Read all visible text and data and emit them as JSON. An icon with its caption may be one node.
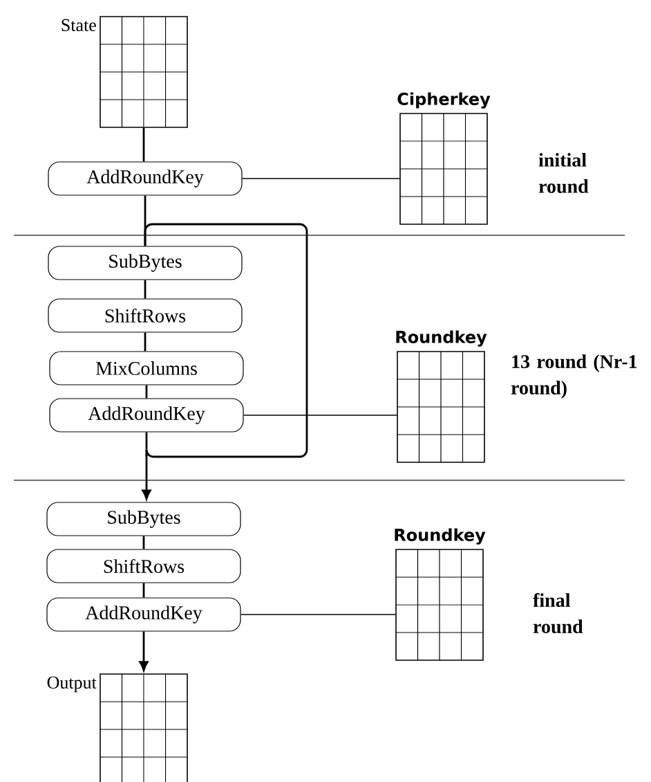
{
  "diagram": {
    "nodes": [
      {
        "text": [
          "State"
        ]
      },
      {
        "text": [
          "AddRoundKey"
        ]
      },
      {
        "text": [
          "Cipherkey"
        ]
      },
      {
        "text": [
          "SubBytes"
        ]
      },
      {
        "text": [
          "ShiftRows"
        ]
      },
      {
        "text": [
          "MixColumns"
        ]
      },
      {
        "text": [
          "AddRoundKey"
        ]
      },
      {
        "text": [
          "Roundkey"
        ]
      },
      {
        "text": [
          "SubBytes"
        ]
      },
      {
        "text": [
          "ShiftRows"
        ]
      },
      {
        "text": [
          "AddRoundKey"
        ]
      },
      {
        "text": [
          "Roundkey"
        ]
      },
      {
        "text": [
          "Output"
        ]
      }
    ],
    "edges": [
      {
        "from": 0,
        "to": 1,
        "arrow": "none"
      },
      {
        "from": 1,
        "to": 2,
        "arrow": "none"
      },
      {
        "from": 1,
        "to": 3,
        "arrow": "none"
      },
      {
        "from": 3,
        "to": 4,
        "arrow": "none"
      },
      {
        "from": 4,
        "to": 5,
        "arrow": "none"
      },
      {
        "from": 5,
        "to": 6,
        "arrow": "none"
      },
      {
        "from": 6,
        "to": 7,
        "arrow": "none"
      },
      {
        "from": 6,
        "to": 3,
        "arrow": "none"
      },
      {
        "from": 6,
        "to": 8,
        "arrow": "to"
      },
      {
        "from": 8,
        "to": 9,
        "arrow": "none"
      },
      {
        "from": 9,
        "to": 10,
        "arrow": "none"
      },
      {
        "from": 10,
        "to": 11,
        "arrow": "none"
      },
      {
        "from": 10,
        "to": 12,
        "arrow": "to"
      }
    ],
    "labels": [
      "initial round",
      "13 round (Nr-1 round)",
      "final round"
    ]
  }
}
